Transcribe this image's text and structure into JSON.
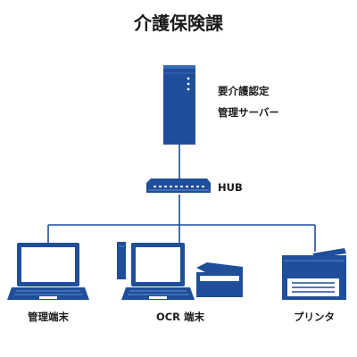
{
  "title": "介護保険課",
  "server": {
    "line1": "要介護認定",
    "line2": "管理サーバー"
  },
  "hub": {
    "label": "HUB"
  },
  "devices": {
    "admin_terminal": "管理端末",
    "ocr_terminal": "OCR 端末",
    "printer": "プリンタ"
  },
  "colors": {
    "primary": "#1f4e9a",
    "line": "#1f4e9a",
    "accent": "#7fa4d8"
  }
}
